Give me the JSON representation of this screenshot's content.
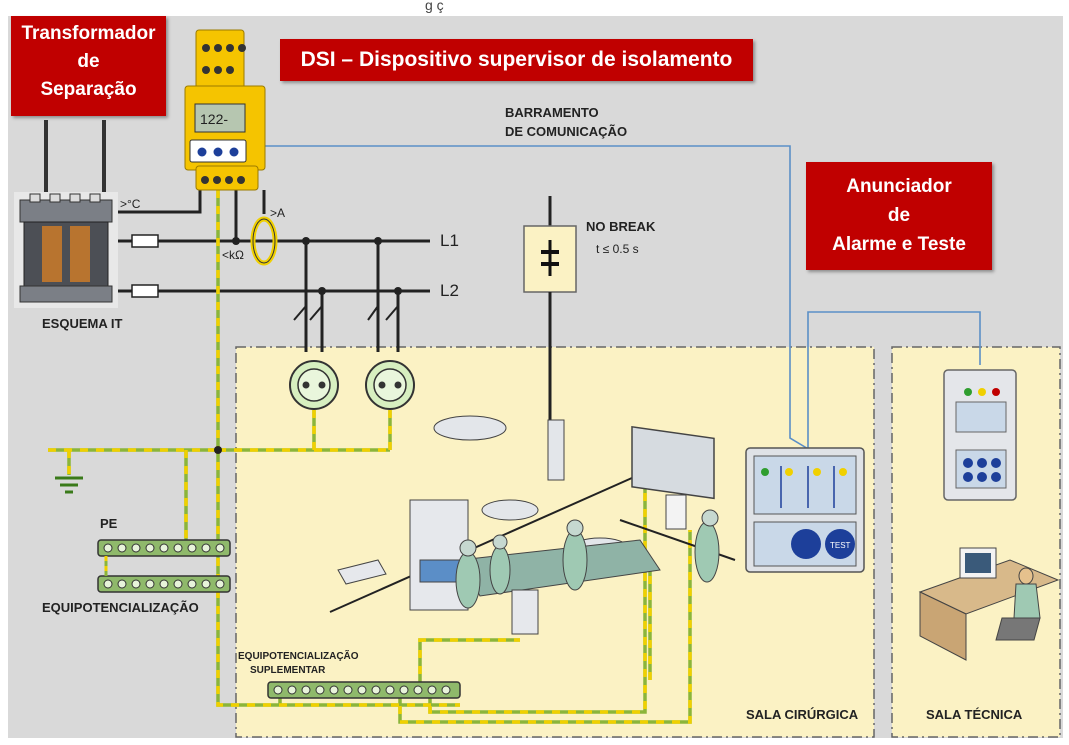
{
  "titles": {
    "transformer": [
      "Transformador",
      "de",
      "Separação"
    ],
    "dsi": "DSI – Dispositivo supervisor de isolamento",
    "annunciator": [
      "Anunciador",
      "de",
      "Alarme e Teste"
    ]
  },
  "labels": {
    "top_cut": "g        ç",
    "bus": [
      "BARRAMENTO",
      "DE COMUNICAÇÃO"
    ],
    "temp": ">°C",
    "ohm": "<kΩ",
    "amp": ">A",
    "l1": "L1",
    "l2": "L2",
    "no_break": "NO BREAK",
    "no_break_time": "t ≤ 0.5 s",
    "esquema_it": "ESQUEMA IT",
    "pe": "PE",
    "equipot": "EQUIPOTENCIALIZAÇÃO",
    "equipot_sup": [
      "EQUIPOTENCIALIZAÇÃO",
      "SUPLEMENTAR"
    ],
    "sala_cirurgica": "SALA CIRÚRGICA",
    "sala_tecnica": "SALA TÉCNICA",
    "dsi_display": "122-",
    "panel_test": "TEST"
  },
  "colors": {
    "accent_red": "#c00000",
    "device_yellow": "#f5c400",
    "room_fill": "#fbf2c4",
    "background": "#d9d9d9",
    "bus_line": "#5b8fc7",
    "ground_green": "#8bb53a",
    "ground_yellow": "#f0d000",
    "busbar_fill": "#8fb96b"
  }
}
